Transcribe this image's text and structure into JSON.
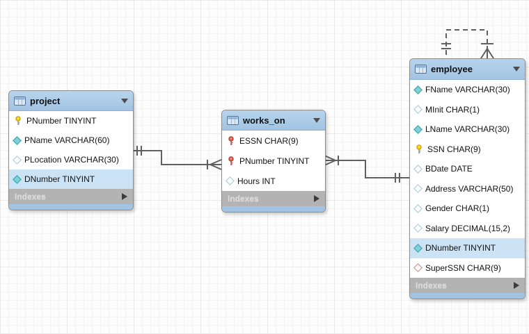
{
  "diagram": {
    "tables": [
      {
        "name": "project",
        "footer_label": "Indexes",
        "columns": [
          {
            "icon": "primary-key",
            "label": "PNumber TINYINT",
            "highlight": false
          },
          {
            "icon": "diamond-filled",
            "label": "PName VARCHAR(60)",
            "highlight": false
          },
          {
            "icon": "diamond-outline",
            "label": "PLocation VARCHAR(30)",
            "highlight": false
          },
          {
            "icon": "diamond-filled",
            "label": "DNumber TINYINT",
            "highlight": true
          }
        ]
      },
      {
        "name": "works_on",
        "footer_label": "Indexes",
        "columns": [
          {
            "icon": "foreign-primary-key",
            "label": "ESSN CHAR(9)",
            "highlight": false
          },
          {
            "icon": "foreign-primary-key",
            "label": "PNumber TINYINT",
            "highlight": false
          },
          {
            "icon": "diamond-outline",
            "label": "Hours INT",
            "highlight": false
          }
        ]
      },
      {
        "name": "employee",
        "footer_label": "Indexes",
        "columns": [
          {
            "icon": "diamond-filled",
            "label": "FName VARCHAR(30)",
            "highlight": false
          },
          {
            "icon": "diamond-outline",
            "label": "MInit CHAR(1)",
            "highlight": false
          },
          {
            "icon": "diamond-filled",
            "label": "LName VARCHAR(30)",
            "highlight": false
          },
          {
            "icon": "primary-key",
            "label": "SSN CHAR(9)",
            "highlight": false
          },
          {
            "icon": "diamond-outline",
            "label": "BDate DATE",
            "highlight": false
          },
          {
            "icon": "diamond-outline",
            "label": "Address VARCHAR(50)",
            "highlight": false
          },
          {
            "icon": "diamond-outline",
            "label": "Gender CHAR(1)",
            "highlight": false
          },
          {
            "icon": "diamond-outline",
            "label": "Salary DECIMAL(15,2)",
            "highlight": false
          },
          {
            "icon": "diamond-filled",
            "label": "DNumber TINYINT",
            "highlight": true
          },
          {
            "icon": "diamond-red-outline",
            "label": "SuperSSN CHAR(9)",
            "highlight": false
          }
        ]
      }
    ],
    "relationships": [
      {
        "from": "project",
        "to": "works_on",
        "from_cardinality": "one-and-only-one",
        "to_cardinality": "one-or-many",
        "style": "solid"
      },
      {
        "from": "employee",
        "to": "works_on",
        "from_cardinality": "one-and-only-one",
        "to_cardinality": "one-or-many",
        "style": "solid"
      },
      {
        "from": "employee",
        "to": "employee",
        "from_cardinality": "one-and-only-one",
        "to_cardinality": "one-or-many",
        "style": "dashed"
      }
    ],
    "colors": {
      "table_header": "#a2c4e2",
      "row_highlight": "#cce3f5",
      "footer": "#b3b3b3",
      "connector_line": "#5f5f5f",
      "primary_key_icon": "#f8c709",
      "foreign_primary_key_icon": "#e05a4e",
      "attribute_filled_icon": "#7ed0d6",
      "attribute_outline_icon": "#9fc8d2",
      "foreign_attribute_outline_icon": "#d4837f"
    }
  }
}
